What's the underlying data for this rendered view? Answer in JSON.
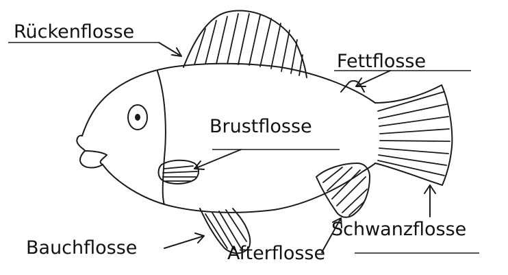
{
  "labels": {
    "dorsal_fin": "Rückenflosse",
    "adipose_fin": "Fettflosse",
    "pectoral_fin": "Brustflosse",
    "caudal_fin": "Schwanzflosse",
    "pelvic_fin": "Bauchflosse",
    "anal_fin": "Afterflosse"
  },
  "colors": {
    "ink": "#1a1a1a",
    "background": "#ffffff"
  }
}
